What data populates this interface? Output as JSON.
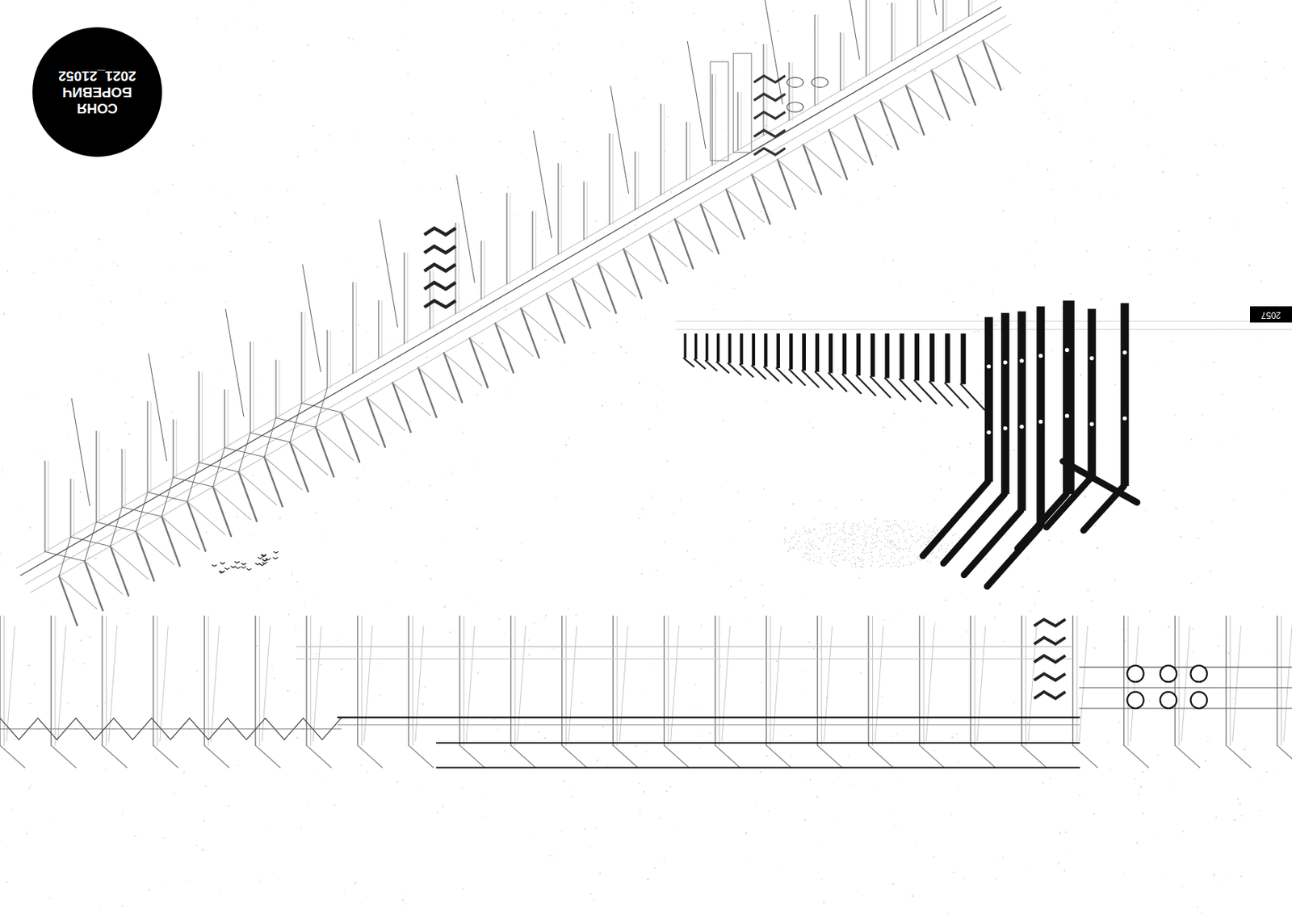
{
  "diagram": {
    "nodes": [
      {
        "text": [
          "СОНЯ БОРЕВИЧ",
          "2021_21052"
        ]
      },
      {
        "text": [
          "2057"
        ]
      }
    ],
    "edges": []
  }
}
